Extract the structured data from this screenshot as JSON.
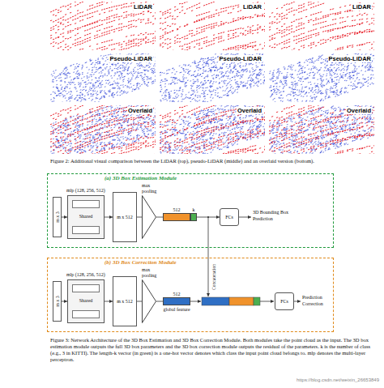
{
  "diagram": {
    "caption": "Figure 3: Network Architecture of the 3D Box Estimation and 3D Box Correction Module. Both modules take the point cloud as the input. The 3D box estimation module outputs the full 3D box parameters and the 3D box correction module outputs the residual of the parameters. k is the number of class (e.g., 3 in KITTI). The length-k vector (in green) is a one-hot vector denotes which class the input point cloud belongs to. mlp denotes the multi-layer perceptron.",
    "nodes": [
      {
        "text": [
          "(a) 3D Box Estimation Module"
        ]
      },
      {
        "text": [
          "m x 3"
        ],
        "in": 0
      },
      {
        "text": [
          "mlp (128, 256, 512)",
          "Shared"
        ],
        "in": 0
      },
      {
        "text": [
          "m x 512"
        ],
        "in": 0
      },
      {
        "text": [
          "max pooling"
        ],
        "in": 0
      },
      {
        "text": [
          "512"
        ],
        "in": 0
      },
      {
        "text": [
          "k"
        ],
        "in": 0
      },
      {
        "text": [
          "FCs"
        ],
        "in": 0
      },
      {
        "text": [
          "(b) 3D Box Correction Module"
        ]
      },
      {
        "text": [
          "m x 3"
        ],
        "in": 8
      },
      {
        "text": [
          "mlp (128, 256, 512)",
          "Shared"
        ],
        "in": 8
      },
      {
        "text": [
          "m x 512"
        ],
        "in": 8
      },
      {
        "text": [
          "max pooling"
        ],
        "in": 8
      },
      {
        "text": [
          "512",
          "global feature"
        ],
        "in": 8
      },
      {
        "text": [
          "FCs"
        ],
        "in": 8
      }
    ],
    "edges": [
      {
        "from": 1,
        "to": 2,
        "arrow": "to"
      },
      {
        "from": 2,
        "to": 3,
        "arrow": "to"
      },
      {
        "from": 3,
        "to": 4,
        "arrow": "none"
      },
      {
        "from": 4,
        "to": 5,
        "arrow": "none"
      },
      {
        "from": 6,
        "to": 7,
        "arrow": "to"
      },
      {
        "from": 9,
        "to": 10,
        "arrow": "to"
      },
      {
        "from": 10,
        "to": 11,
        "arrow": "to"
      },
      {
        "from": 11,
        "to": 12,
        "arrow": "none"
      },
      {
        "from": 12,
        "to": 13,
        "arrow": "none"
      }
    ],
    "labels": [
      "LiDAR",
      "LiDAR",
      "LiDAR",
      "Pseudo-LiDAR",
      "Pseudo-LiDAR",
      "Pseudo-LiDAR",
      "Overlaid",
      "Overlaid",
      "Overlaid",
      "Figure 2: Additional visual comparison between the LiDAR (top), pseudo-LiDAR (middle) and an overlaid version (bottom).",
      "3D Bounding Box Prediction",
      "Concatenation",
      "Prediction Correction",
      "https://blog.csdn.net/weixin_26653849"
    ]
  }
}
